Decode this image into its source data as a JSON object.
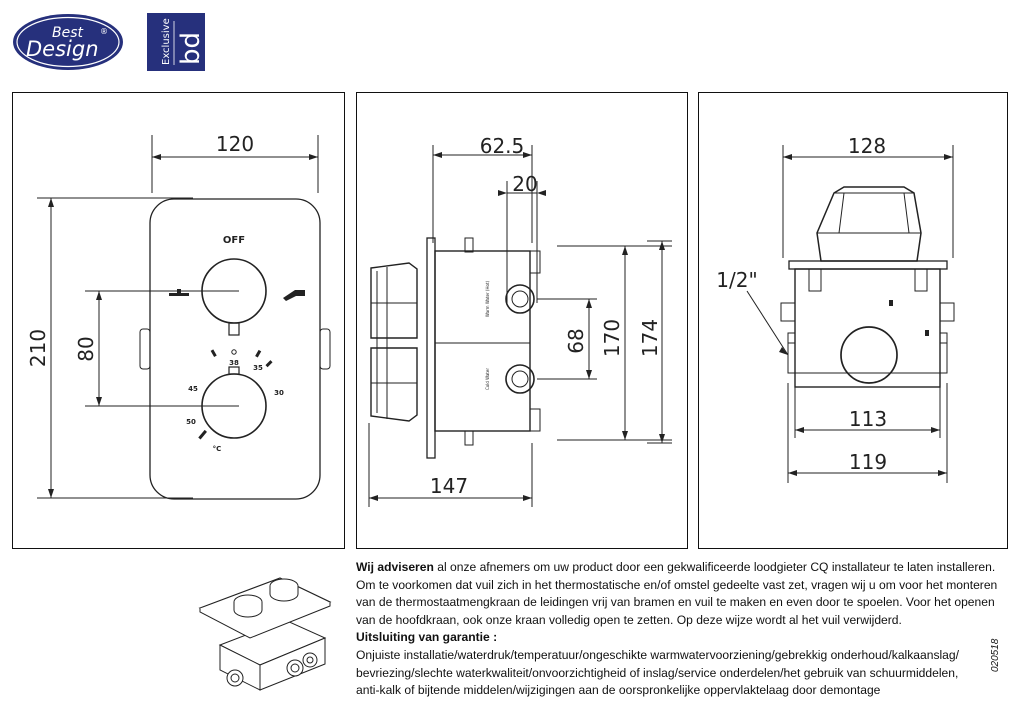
{
  "header": {
    "brand_line1": "Best",
    "brand_line2": "Design",
    "brand_registered": "®",
    "exclusive_label": "Exclusive",
    "exclusive_mark": "bd"
  },
  "front_view": {
    "width_dim": "120",
    "height_dim": "210",
    "spacing_dim": "80",
    "off_label": "OFF",
    "temp_38": "38",
    "temp_35": "35",
    "temp_30": "30",
    "temp_45": "45",
    "temp_50": "50",
    "temp_unit": "°C"
  },
  "side_view": {
    "depth_dim": "62.5",
    "inner_dim": "20",
    "spacing_dim": "68",
    "height_inner": "170",
    "height_outer": "174",
    "depth_total": "147",
    "port_top_label": "Warm Water (Hot)",
    "port_bottom_label": "Cold Water"
  },
  "top_view": {
    "width_dim": "128",
    "thread_dim": "1/2\"",
    "inner_width": "113",
    "outer_width": "119"
  },
  "notes": {
    "line1_bold": "Wij adviseren",
    "line1_rest": " al onze afnemers om uw product door een gekwalificeerde loodgieter CQ installateur te laten installeren.",
    "line2": "Om te voorkomen dat vuil zich in het thermostatische en/of omstel gedeelte vast zet, vragen wij u om voor het monteren",
    "line3": "van  de thermostaatmengkraan de leidingen vrij van bramen en vuil te maken en even door te spoelen. Voor het openen",
    "line4": "van de hoofdkraan, ook onze kraan volledig open te zetten. Op deze wijze wordt al het vuil verwijderd.",
    "line5_bold": "Uitsluiting van garantie :",
    "line6": "Onjuiste installatie/waterdruk/temperatuur/ongeschikte warmwatervoorziening/gebrekkig onderhoud/kalkaanslag/",
    "line7": "bevriezing/slechte waterkwaliteit/onvoorzichtigheid of inslag/service onderdelen/het gebruik van schuurmiddelen,",
    "line8": "anti-kalk of bijtende middelen/wijzigingen aan de oorspronkelijke oppervlaktelaag  door demontage"
  },
  "doc_number": "020518"
}
